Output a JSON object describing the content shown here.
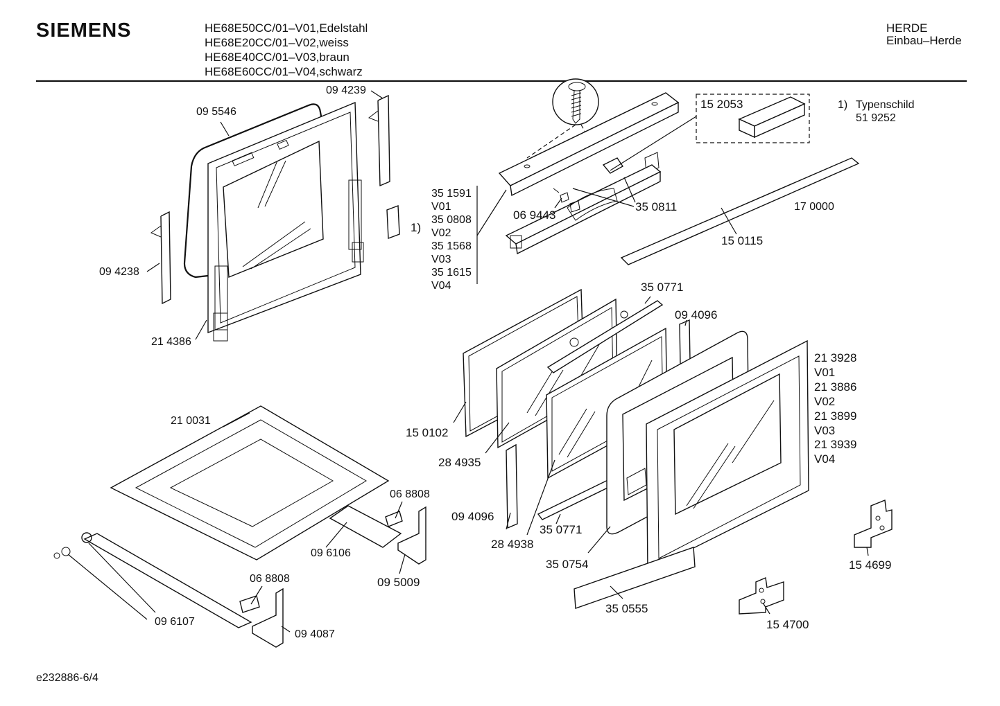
{
  "header": {
    "brand": "SIEMENS",
    "models": [
      "HE68E50CC/01–V01,Edelstahl",
      "HE68E20CC/01–V02,weiss",
      "HE68E40CC/01–V03,braun",
      "HE68E60CC/01–V04,schwarz"
    ],
    "category": "HERDE",
    "subcategory": "Einbau–Herde"
  },
  "footnote": {
    "marker": "1)",
    "title": "Typenschild",
    "part": "51 9252"
  },
  "parts": {
    "p095546": "09 5546",
    "p094239": "09 4239",
    "p094238": "09 4238",
    "p214386": "21 4386",
    "marker1": "1)",
    "p152053": "15 2053",
    "p069443": "06 9443",
    "p350811": "35 0811",
    "p170000": "17 0000",
    "p150115": "15 0115",
    "p350771a": "35 0771",
    "p094096a": "09 4096",
    "p150102": "15 0102",
    "p284935": "28 4935",
    "p094096b": "09 4096",
    "p284938": "28 4938",
    "p350771b": "35 0771",
    "p350754": "35 0754",
    "p350555": "35 0555",
    "p154700": "15 4700",
    "p154699": "15 4699",
    "p210031": "21 0031",
    "p068808a": "06 8808",
    "p096106": "09 6106",
    "p095009": "09 5009",
    "p068808b": "06 8808",
    "p096107": "09 6107",
    "p094087": "09 4087"
  },
  "variant_lists": {
    "top_bar": [
      "35 1591",
      "V01",
      "35 0808",
      "V02",
      "35 1568",
      "V03",
      "35 1615",
      "V04"
    ],
    "front_panel": [
      "21 3928",
      "V01",
      "21 3886",
      "V02",
      "21 3899",
      "V03",
      "21 3939",
      "V04"
    ]
  },
  "document_id": "e232886-6/4"
}
